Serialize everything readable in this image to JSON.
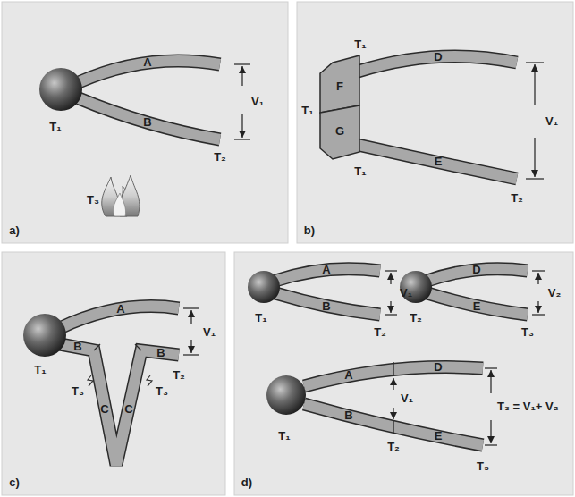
{
  "diagram": {
    "labels": [
      "A",
      "V₁",
      "T₁",
      "B",
      "T₂",
      "T₃",
      "a)",
      "T₁",
      "D",
      "F",
      "V₁",
      "T₁",
      "G",
      "T₁",
      "E",
      "T₂",
      "b)",
      "A",
      "V₁",
      "T₁",
      "B",
      "T₃",
      "C",
      "C",
      "T₃",
      "B",
      "T₂",
      "c)",
      "A",
      "V₁",
      "T₁",
      "B",
      "T₂",
      "D",
      "V₂",
      "T₂",
      "E",
      "T₃",
      "A",
      "D",
      "V₁",
      "T₁",
      "B",
      "T₂",
      "E",
      "T₃ = V₁+ V₂",
      "T₃",
      "d)"
    ]
  }
}
